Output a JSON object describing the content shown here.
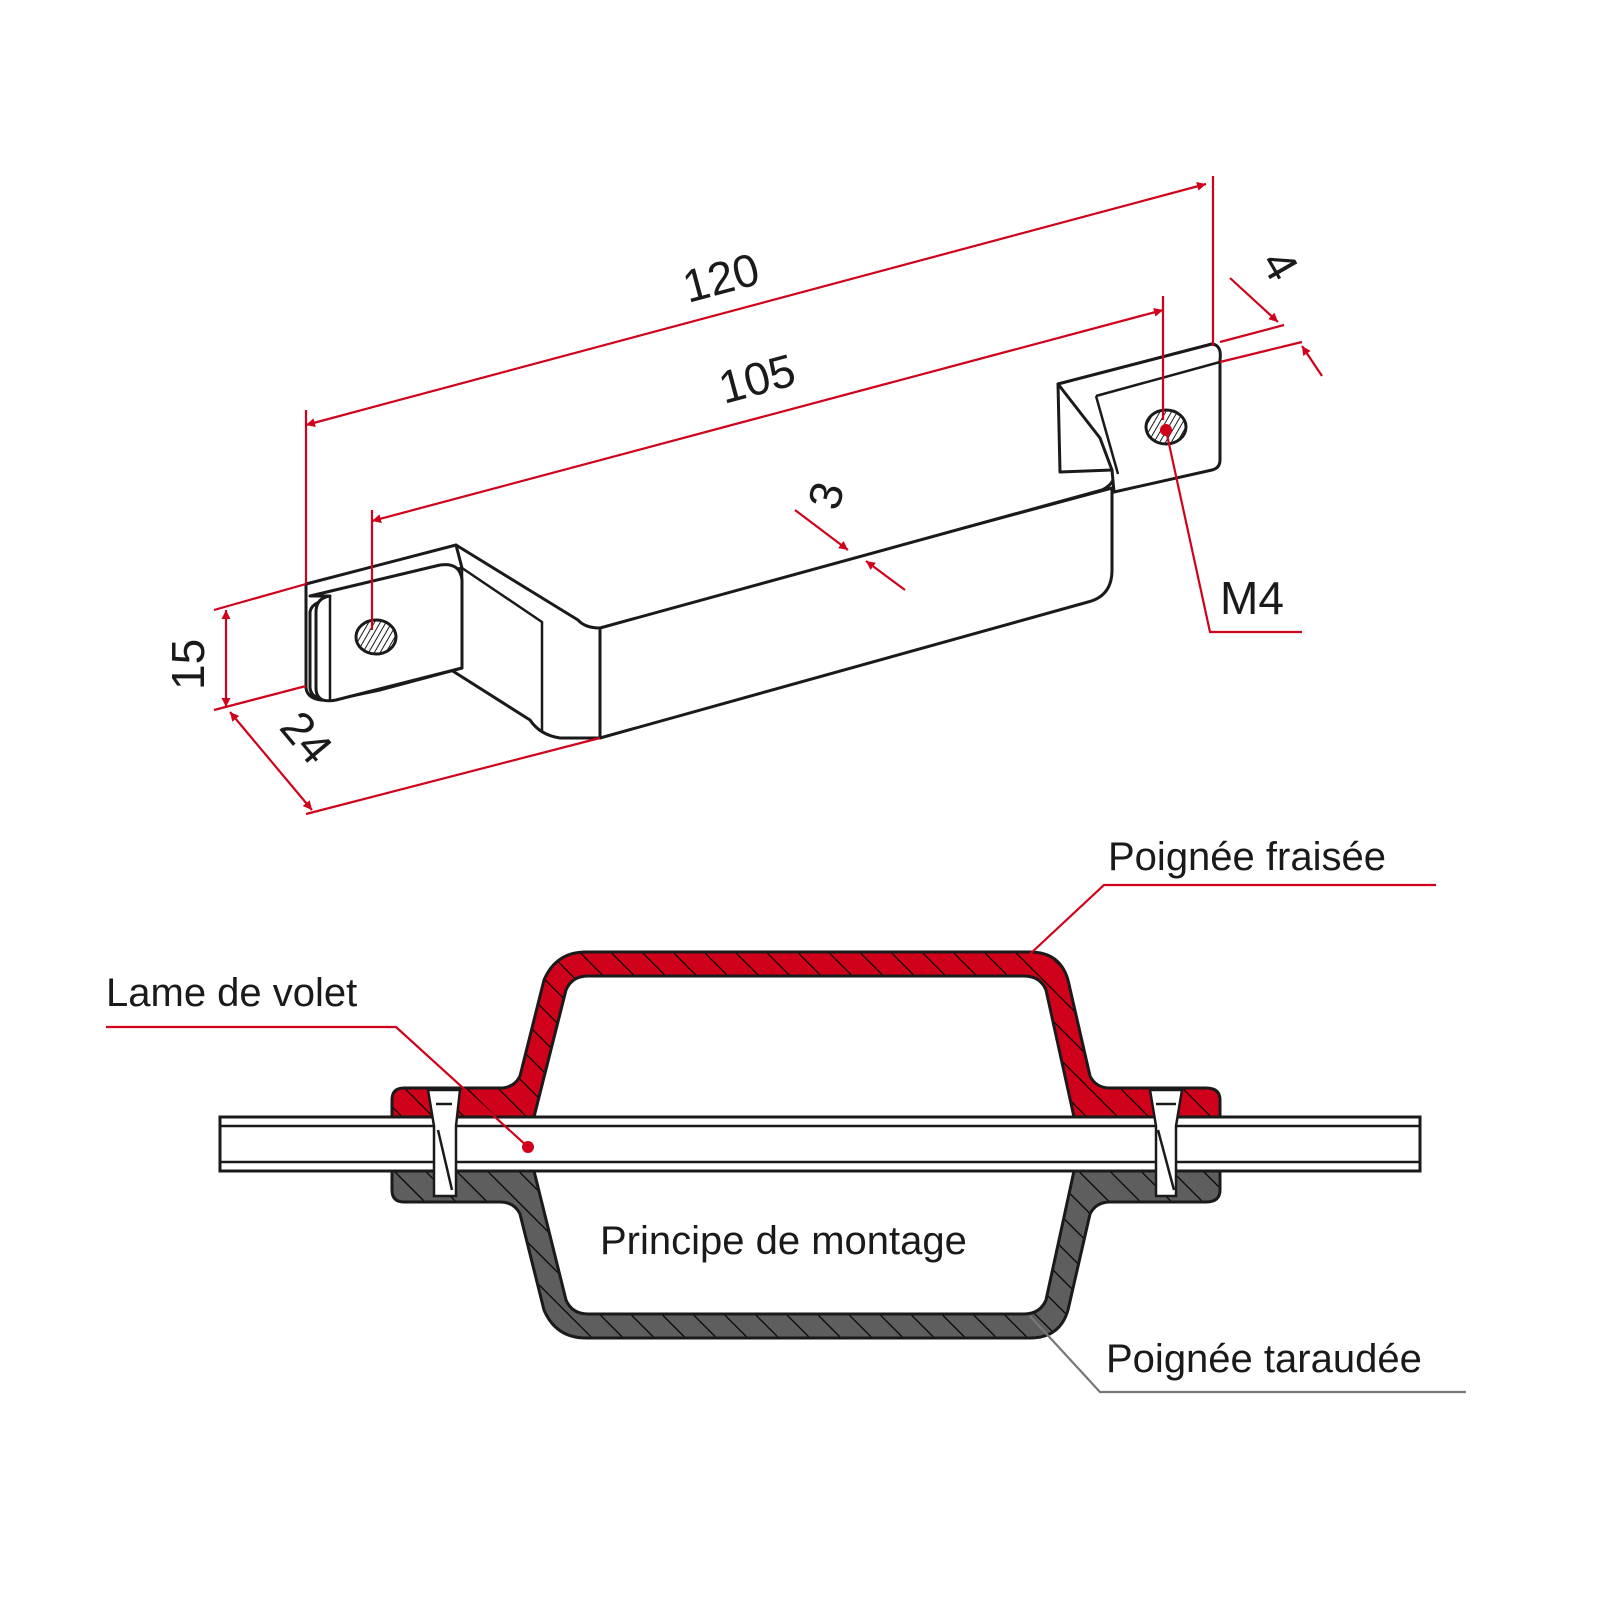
{
  "colors": {
    "dimension": "#d0021b",
    "upper_handle_fill": "#d0021b",
    "lower_handle_fill": "#5e5e5e",
    "outline": "#1a1a1a"
  },
  "dimensions": {
    "overall_length": "120",
    "hole_spacing": "105",
    "thickness": "3",
    "height": "15",
    "width": "24",
    "edge_offset": "4",
    "thread": "M4"
  },
  "labels": {
    "poignee_fraisee": "Poignée fraisée",
    "lame_de_volet": "Lame de volet",
    "principe_de_montage": "Principe de montage",
    "poignee_taraudee": "Poignée taraudée"
  }
}
